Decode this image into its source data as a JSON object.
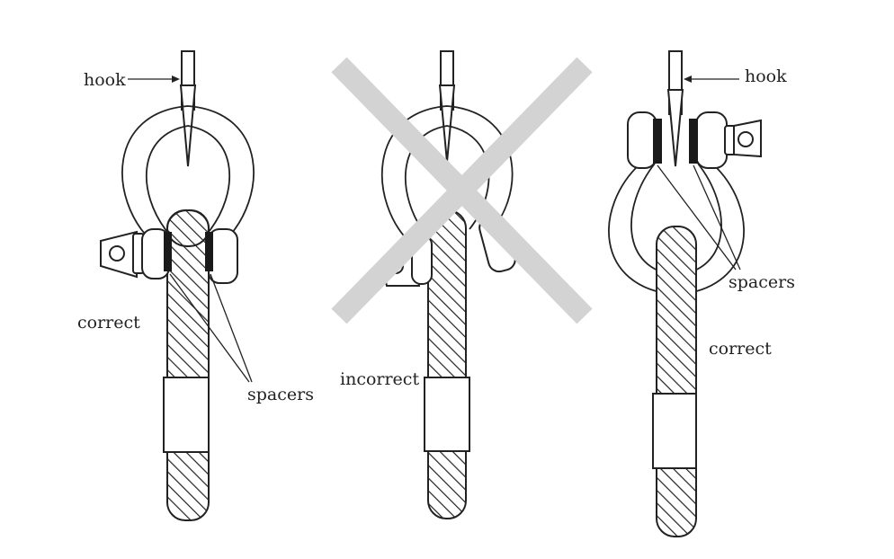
{
  "labels": {
    "left_hook": "hook",
    "left_status": "correct",
    "left_spacers": "spacers",
    "middle_status": "incorrect",
    "right_hook": "hook",
    "right_spacers": "spacers",
    "right_status": "correct"
  },
  "colors": {
    "stroke": "#222222",
    "cross": "#d3d3d3",
    "spacer": "#1a1a1a",
    "background": "#ffffff"
  }
}
